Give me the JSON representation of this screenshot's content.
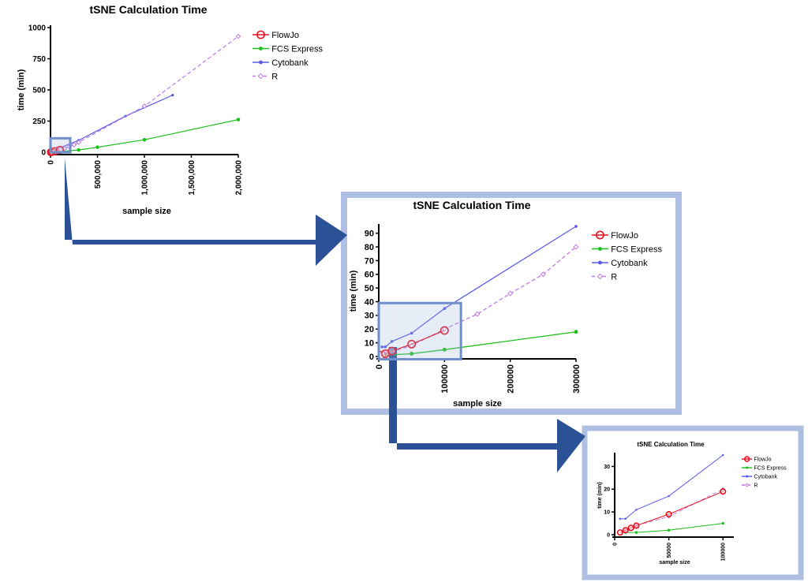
{
  "colors": {
    "flowjo": "#e8101c",
    "fcs": "#1bbf1b",
    "cytobank": "#5a5ae6",
    "r": "#c07ae8",
    "frame": "#aebfe3",
    "arrow": "#2d5196",
    "zoombox": "#6d8fcc"
  },
  "chart_data": [
    {
      "type": "line",
      "title": "tSNE Calculation Time",
      "xlabel": "sample size",
      "ylabel": "time (min)",
      "xlim": [
        0,
        2000000
      ],
      "ylim": [
        0,
        1000
      ],
      "x_ticks": [
        "0",
        "500,000",
        "1,000,000",
        "1,500,000",
        "2,000,000"
      ],
      "y_ticks": [
        "0",
        "250",
        "500",
        "750",
        "1000"
      ],
      "legend_position": "right",
      "series": [
        {
          "name": "FlowJo",
          "x": [
            5000,
            10000,
            20000,
            50000,
            100000
          ],
          "y": [
            1,
            2,
            4,
            9,
            19
          ]
        },
        {
          "name": "FCS Express",
          "x": [
            10000,
            50000,
            100000,
            300000,
            500000,
            1000000,
            2000000
          ],
          "y": [
            1,
            2,
            5,
            18,
            40,
            100,
            262
          ]
        },
        {
          "name": "Cytobank",
          "x": [
            5000,
            10000,
            20000,
            50000,
            100000,
            300000,
            800000,
            1300000
          ],
          "y": [
            7,
            7,
            11,
            17,
            35,
            95,
            290,
            458
          ]
        },
        {
          "name": "R",
          "x": [
            10000,
            50000,
            100000,
            150000,
            200000,
            250000,
            300000,
            1000000,
            2000000
          ],
          "y": [
            2,
            8,
            20,
            31,
            46,
            60,
            80,
            370,
            930
          ]
        }
      ]
    },
    {
      "type": "line",
      "title": "tSNE Calculation Time",
      "xlabel": "sample size",
      "ylabel": "time (min)",
      "xlim": [
        0,
        300000
      ],
      "ylim": [
        0,
        95
      ],
      "x_ticks": [
        "0",
        "100000",
        "200000",
        "300000"
      ],
      "y_ticks": [
        "0",
        "10",
        "20",
        "30",
        "40",
        "50",
        "60",
        "70",
        "80",
        "90"
      ],
      "legend_position": "right",
      "series": [
        {
          "name": "FlowJo",
          "x": [
            5000,
            10000,
            20000,
            50000,
            100000
          ],
          "y": [
            1,
            2,
            4,
            9,
            19
          ]
        },
        {
          "name": "FCS Express",
          "x": [
            10000,
            50000,
            100000,
            300000
          ],
          "y": [
            1,
            2,
            5,
            18
          ]
        },
        {
          "name": "Cytobank",
          "x": [
            5000,
            10000,
            20000,
            50000,
            100000,
            300000
          ],
          "y": [
            7,
            7,
            11,
            17,
            35,
            95
          ]
        },
        {
          "name": "R",
          "x": [
            10000,
            50000,
            100000,
            150000,
            200000,
            250000,
            300000
          ],
          "y": [
            2,
            8,
            20,
            31,
            46,
            60,
            80
          ]
        }
      ]
    },
    {
      "type": "line",
      "title": "tSNE Calculation Time",
      "xlabel": "sample size",
      "ylabel": "time (min)",
      "xlim": [
        0,
        110000
      ],
      "ylim": [
        0,
        35
      ],
      "x_ticks": [
        "0",
        "50000",
        "100000"
      ],
      "y_ticks": [
        "0",
        "10",
        "20",
        "30"
      ],
      "legend_position": "right",
      "series": [
        {
          "name": "FlowJo",
          "x": [
            5000,
            10000,
            15000,
            20000,
            50000,
            100000
          ],
          "y": [
            1,
            2,
            3,
            4,
            9,
            19
          ]
        },
        {
          "name": "FCS Express",
          "x": [
            10000,
            20000,
            50000,
            100000
          ],
          "y": [
            1,
            1,
            2,
            5
          ]
        },
        {
          "name": "Cytobank",
          "x": [
            5000,
            10000,
            20000,
            50000,
            100000
          ],
          "y": [
            7,
            7,
            11,
            17,
            35
          ]
        },
        {
          "name": "R",
          "x": [
            10000,
            20000,
            50000,
            100000
          ],
          "y": [
            2,
            4,
            8,
            20
          ]
        }
      ]
    }
  ]
}
